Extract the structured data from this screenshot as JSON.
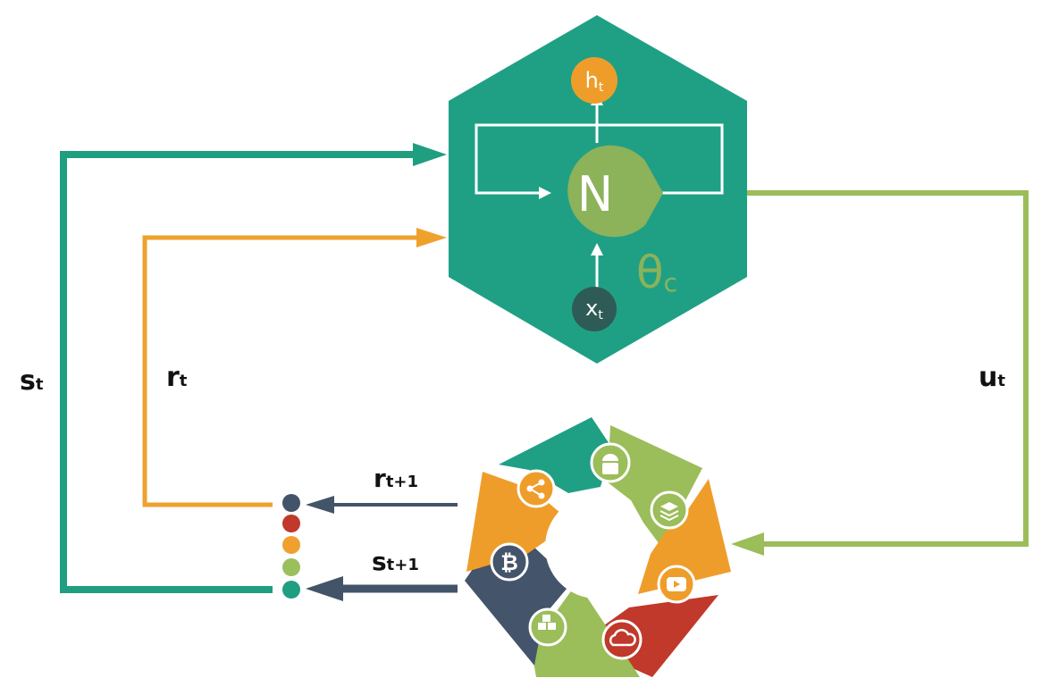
{
  "labels": {
    "s": "s",
    "s_sub": "t",
    "r": "r",
    "r_sub": "t",
    "u": "u",
    "u_sub": "t",
    "r_next": "r",
    "r_next_sub": "t+1",
    "s_next": "s",
    "s_next_sub": "t+1"
  },
  "agent": {
    "core_symbol": "N",
    "output": "h",
    "output_sub": "t",
    "input": "x",
    "input_sub": "t",
    "param": "θ",
    "param_sub": "c"
  },
  "environment": {
    "icons": [
      "share-icon",
      "android-icon",
      "layers-icon",
      "youtube-icon",
      "cloud-icon",
      "blocks-icon",
      "bitcoin-icon"
    ]
  },
  "colors": {
    "agent_teal": "#1fa085",
    "core_green": "#8cb25a",
    "output_orange": "#ef9d2a",
    "input_dark": "#2e5b56",
    "state_arrow": "#1f9e80",
    "reward_arrow": "#efa12d",
    "action_arrow": "#9bbd5a",
    "env_arrow": "#435468",
    "dot_navy": "#435468",
    "dot_red": "#c0392b",
    "dot_orange": "#f0a030",
    "dot_green": "#9cbf5e",
    "dot_teal": "#1f9e80",
    "segment_teal": "#1fa085",
    "segment_green": "#9bbd5a",
    "segment_orange": "#ef9d2a",
    "segment_red": "#c0392b",
    "segment_navy": "#44546a"
  }
}
